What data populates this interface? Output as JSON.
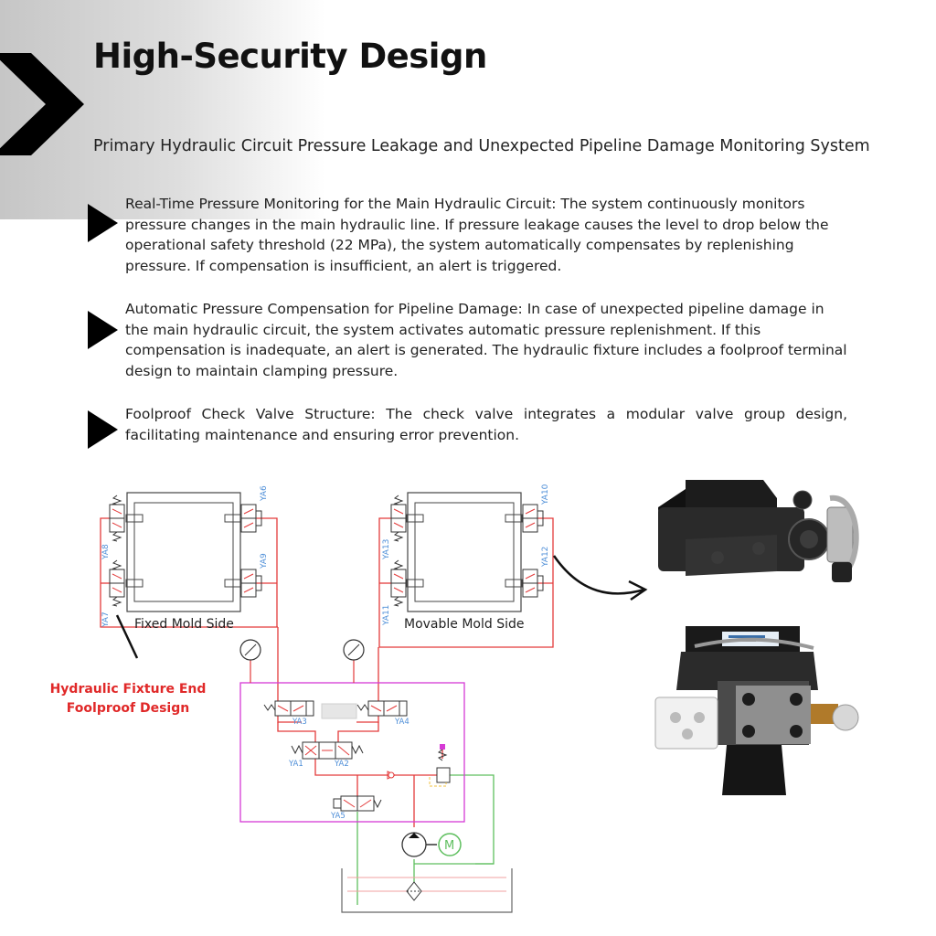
{
  "header": {
    "title": "High-Security Design",
    "subtitle": "Primary Hydraulic Circuit Pressure Leakage and Unexpected Pipeline Damage Monitoring System"
  },
  "features": [
    {
      "text": "Real-Time Pressure Monitoring for the Main Hydraulic Circuit: The system continuously monitors pressure changes in the main hydraulic line. If pressure leakage causes the level to drop below the operational safety threshold (22 MPa), the system automatically compensates by replenishing pressure. If compensation is insufficient, an alert is triggered."
    },
    {
      "text": "Automatic Pressure Compensation for Pipeline Damage: In case of unexpected pipeline damage in the main hydraulic circuit, the system activates automatic pressure replenishment. If this compensation is inadequate, an alert is generated. The hydraulic fixture includes a foolproof terminal design to maintain clamping pressure."
    },
    {
      "text": "Foolproof Check Valve Structure: The check valve integrates a modular valve group design, facilitating maintenance and ensuring error prevention."
    }
  ],
  "diagram": {
    "fixed_mold_label": "Fixed Mold Side",
    "movable_mold_label": "Movable Mold Side",
    "callout_line1": "Hydraulic Fixture End",
    "callout_line2": "Foolproof Design",
    "valve_labels": {
      "ya6": "YA6",
      "ya8": "YA8",
      "ya9": "YA9",
      "ya7": "YA7",
      "ya10": "YA10",
      "ya12": "YA12",
      "ya13": "YA13",
      "ya11": "YA11",
      "ya3": "YA3",
      "ya4": "YA4",
      "ya1": "YA1",
      "ya2": "YA2",
      "ya5": "YA5",
      "motor": "M"
    },
    "colors": {
      "pressure_line": "#e33b3b",
      "return_line": "#5fbf5f",
      "manifold": "#d63ad6",
      "callout": "#e02828"
    }
  }
}
